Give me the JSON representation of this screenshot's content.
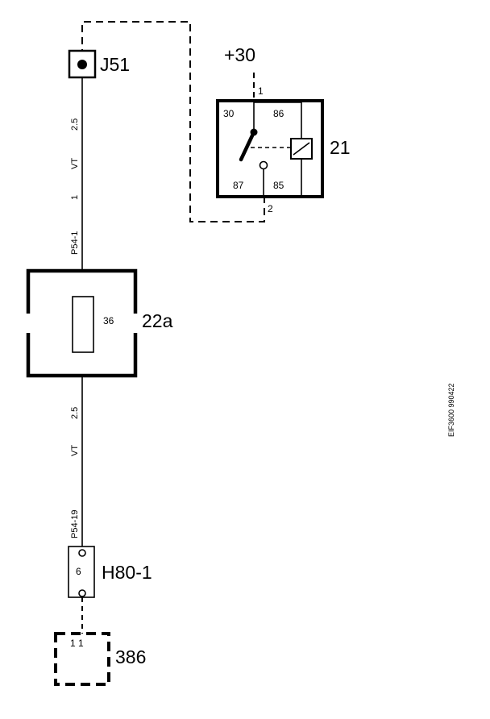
{
  "components": {
    "j51": {
      "label": "J51"
    },
    "relay": {
      "label": "21",
      "supply": "+30",
      "pin_30": "30",
      "pin_86": "86",
      "pin_87": "87",
      "pin_85": "85",
      "wire_top": "1",
      "wire_bottom": "2"
    },
    "fuse_box": {
      "label": "22a",
      "fuse_number": "36"
    },
    "h80": {
      "label": "H80-1",
      "pin": "6"
    },
    "c386": {
      "label": "386",
      "pins": "1 1"
    }
  },
  "wires": {
    "upper": {
      "size": "2.5",
      "color": "VT",
      "num": "1",
      "conn": "P54-1"
    },
    "lower": {
      "size": "2.5",
      "color": "VT",
      "conn": "P54-19"
    }
  },
  "reference": "EIF3600 990422"
}
